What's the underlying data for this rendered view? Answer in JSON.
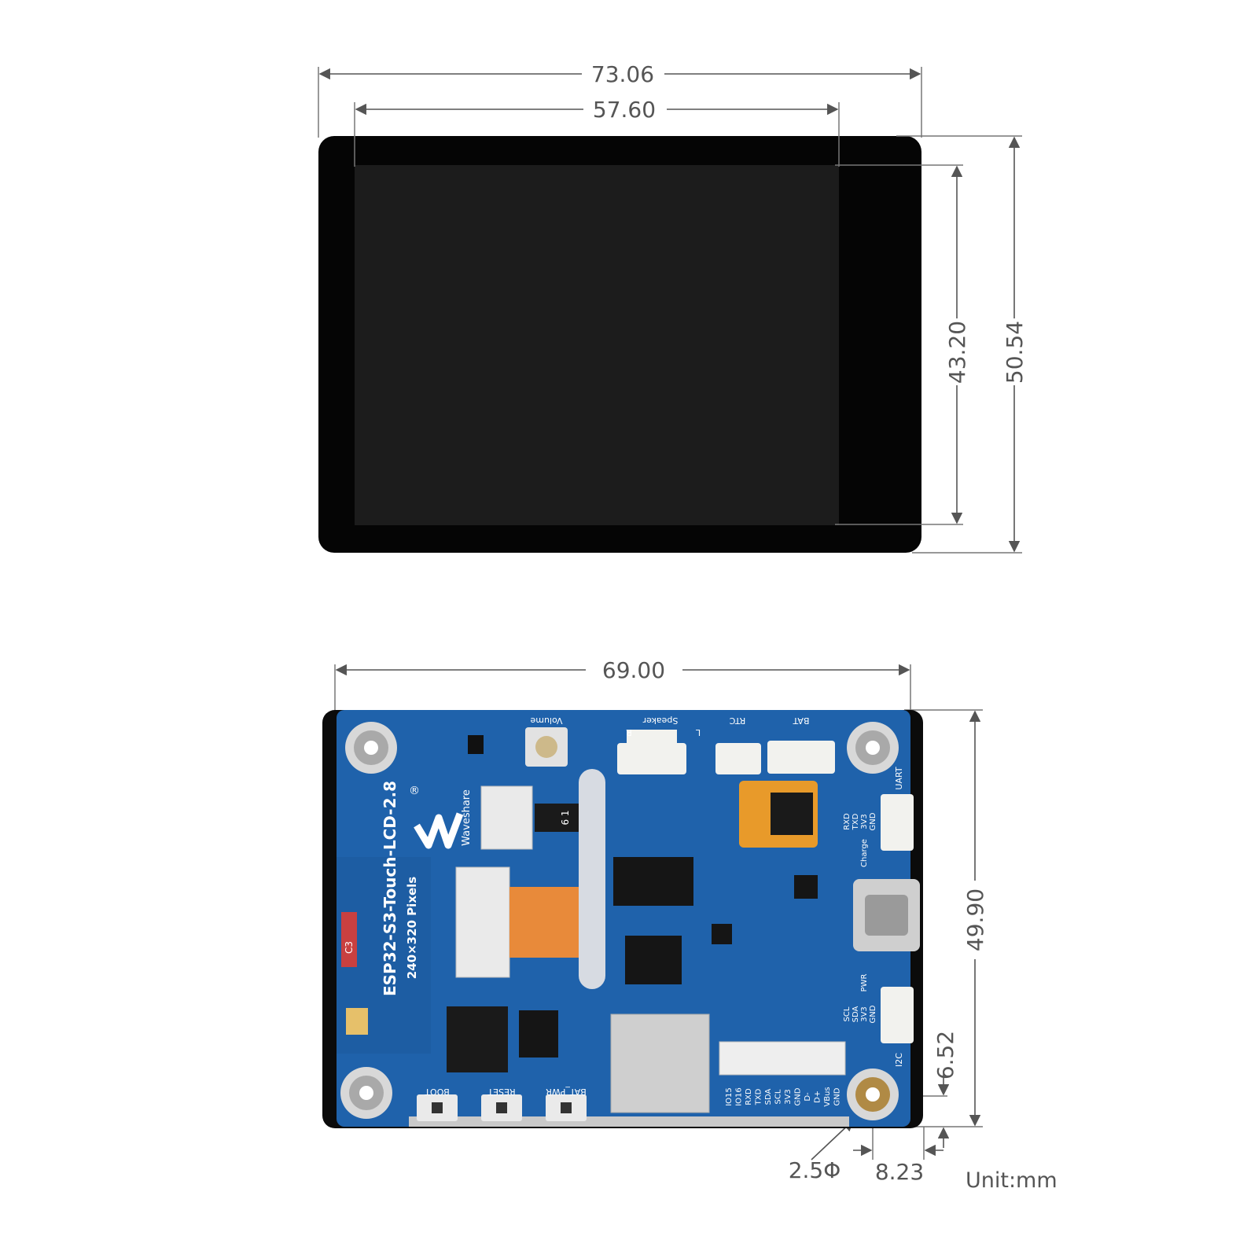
{
  "dimensions": {
    "overall_width": "73.06",
    "screen_width": "57.60",
    "screen_height": "43.20",
    "overall_height": "50.54",
    "board_width": "69.00",
    "board_height": "49.90",
    "hole_offset_y": "6.52",
    "hole_offset_x": "8.23",
    "hole_diameter": "2.5Φ",
    "unit": "Unit:mm"
  },
  "board": {
    "model": "ESP32-S3-Touch-LCD-2.8",
    "resolution": "240×320 Pixels",
    "brand": "Waveshare",
    "registered": "®",
    "label_volume": "Volume",
    "label_speaker": "Speaker",
    "label_r": "R",
    "label_l": "L",
    "label_rtc": "RTC",
    "label_bat": "BAT",
    "label_uart": "UART",
    "label_charge": "Charge",
    "label_pwr": "PWR",
    "label_i2c": "I2C",
    "label_boot": "BOOT",
    "label_reset": "RESET",
    "label_bat_pwr": "BAT_PWR",
    "uart_pins": [
      "RXD",
      "TXD",
      "3V3",
      "GND"
    ],
    "i2c_pins": [
      "SCL",
      "SDA",
      "3V3",
      "GND"
    ],
    "header_pins": [
      "IO15",
      "IO16",
      "RXD",
      "TXD",
      "SDA",
      "SCL",
      "3V3",
      "GND",
      "D-",
      "D+",
      "VBus",
      "GND"
    ],
    "fpc_number": "6 1",
    "marking_c3": "C3"
  },
  "colors": {
    "pcb": "#1f62ab",
    "lcd_bezel": "#050505",
    "lcd_active": "#1c1c1c",
    "dim_line": "#666666"
  }
}
